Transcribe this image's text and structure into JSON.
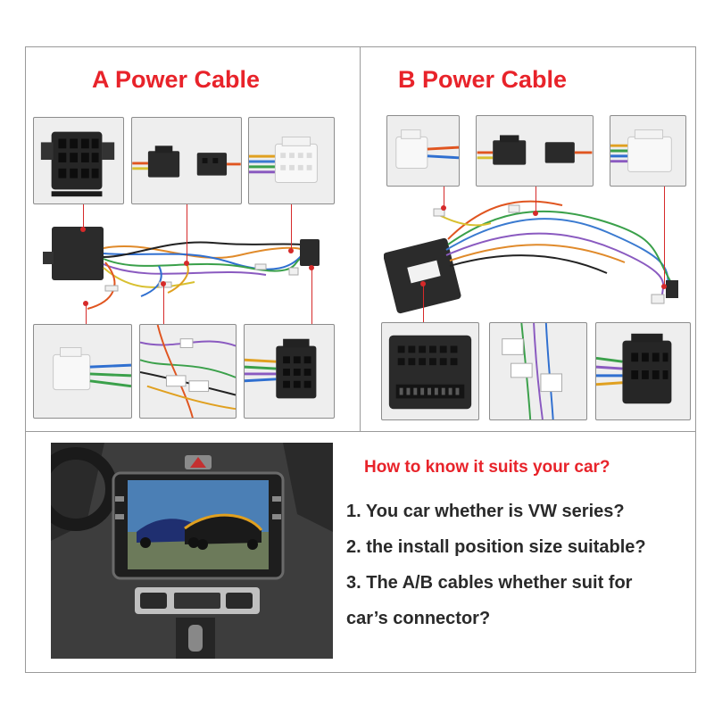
{
  "panel_a": {
    "title": "A Power Cable"
  },
  "panel_b": {
    "title": "B Power Cable"
  },
  "info": {
    "question": "How to know it suits your car?",
    "items": [
      "1. You car whether is VW series?",
      "2. the install position size suitable?",
      "3. The A/B cables whether suit for",
      "car’s connector?"
    ]
  },
  "colors": {
    "accent_red": "#e8232a",
    "text_dark": "#2a2a2a",
    "border_gray": "#9a9a9a"
  }
}
